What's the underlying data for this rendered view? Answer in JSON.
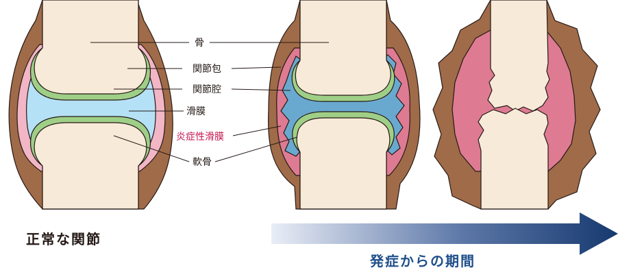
{
  "labels": {
    "bone": "骨",
    "capsule": "関節包",
    "cavity": "関節腔",
    "synovium": "滑膜",
    "inflamed_synovium": "炎症性滑膜",
    "cartilage": "軟骨"
  },
  "captions": {
    "normal": "正常な関節",
    "progression": "発症からの期間"
  },
  "colors": {
    "bone": "#f8ead8",
    "capsule": "#a06b48",
    "synovium_normal": "#f2b6c6",
    "synovium_inflamed": "#de7b93",
    "cavity_normal": "#b5e1f6",
    "cavity_inflamed": "#6aa9cf",
    "cartilage": "#9fcf87",
    "label_inflamed": "#c6174f",
    "arrow_start": "#e9edf6",
    "arrow_end": "#16396f",
    "caption_progression": "#1e4e8a"
  }
}
